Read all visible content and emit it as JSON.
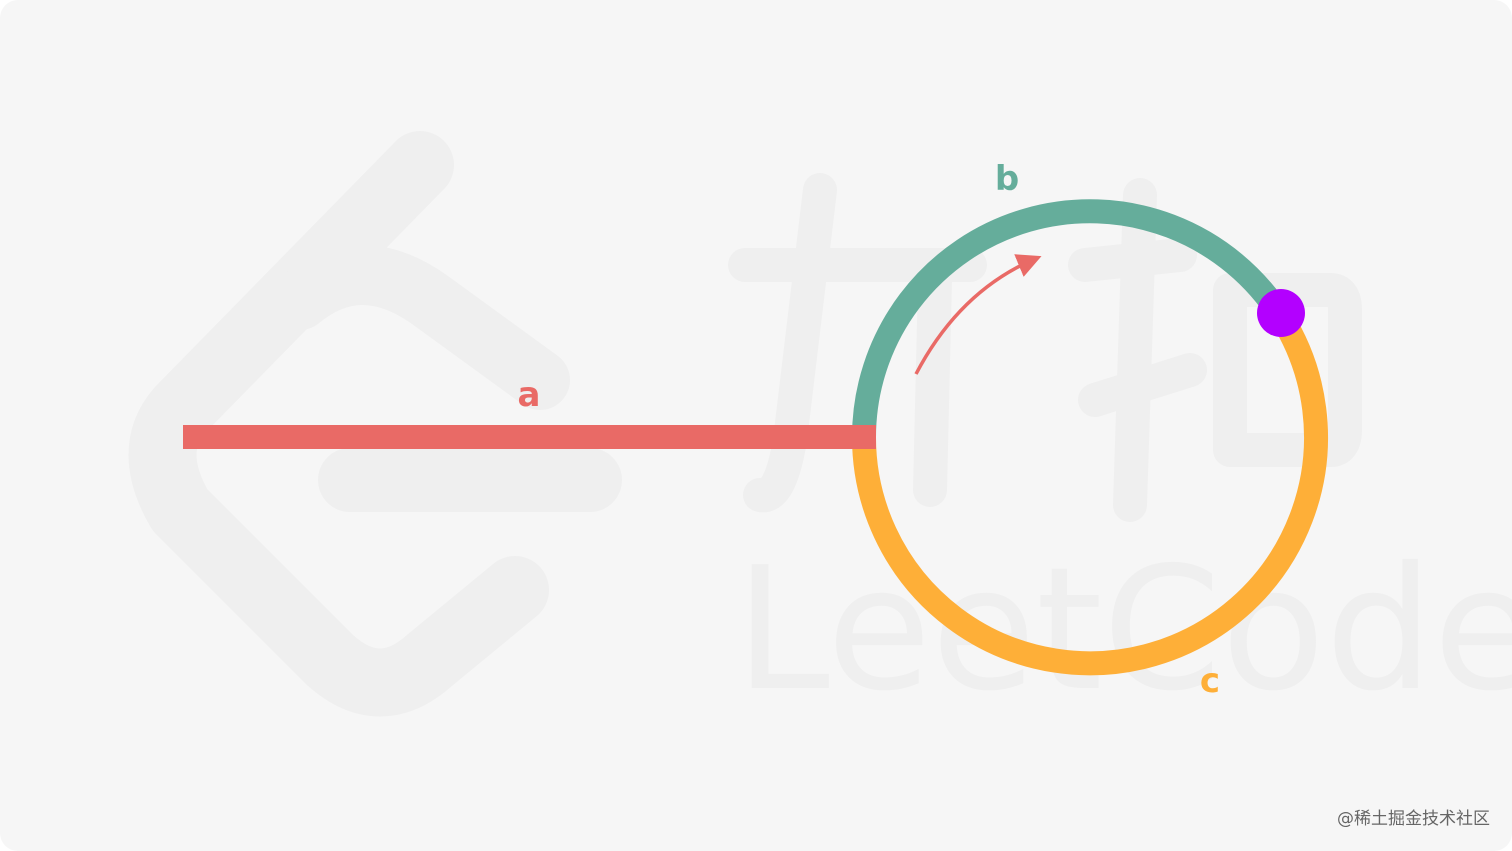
{
  "diagram": {
    "segments": {
      "a": {
        "label": "a",
        "color": "#e96a66"
      },
      "b": {
        "label": "b",
        "color": "#65ad9b"
      },
      "c": {
        "label": "c",
        "color": "#feaf38"
      }
    },
    "meeting_point": {
      "color": "#b300ff"
    },
    "direction_arrow": {
      "color": "#e96a66"
    }
  },
  "watermark": {
    "logo_text": "LeetCode",
    "credit": "@稀土掘金技术社区"
  }
}
